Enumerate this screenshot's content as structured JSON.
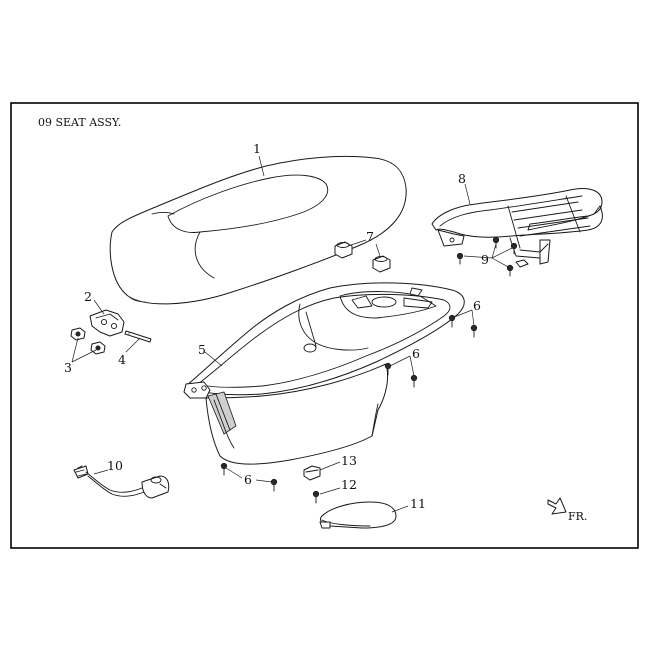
{
  "title": "09  SEAT ASSY.",
  "direction_label": "FR.",
  "callouts": {
    "c1": "1",
    "c2": "2",
    "c3": "3",
    "c4": "4",
    "c5": "5",
    "c6a": "6",
    "c6b": "6",
    "c6c": "6",
    "c7": "7",
    "c8": "8",
    "c9": "9",
    "c10": "10",
    "c11": "11",
    "c12": "12",
    "c13": "13"
  }
}
